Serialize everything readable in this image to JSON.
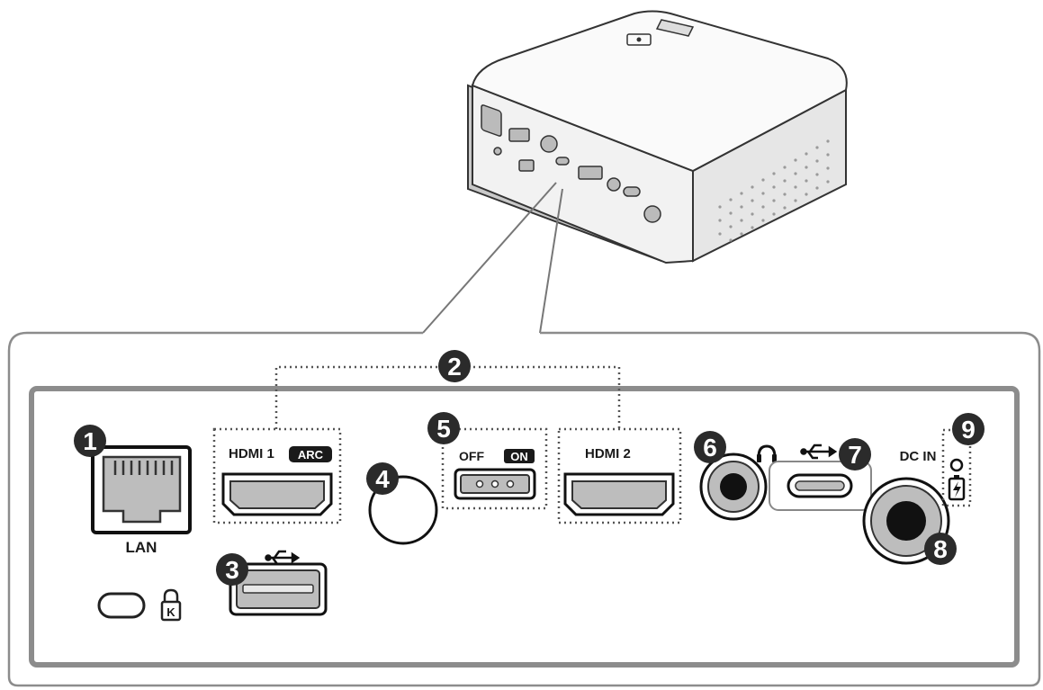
{
  "callouts": [
    "1",
    "2",
    "3",
    "4",
    "5",
    "6",
    "7",
    "8",
    "9"
  ],
  "ports": {
    "lan_label": "LAN",
    "hdmi1_label": "HDMI 1",
    "hdmi1_badge": "ARC",
    "hdmi2_label": "HDMI 2",
    "switch_off": "OFF",
    "switch_on": "ON",
    "dc_in_label": "DC IN"
  },
  "icons": {
    "usb": "usb-icon",
    "headphone": "headphone-icon",
    "kensington": "kensington-lock-icon",
    "battery": "battery-charge-icon",
    "led": "indicator-led-icon",
    "projector_logo": "projector-logo-icon"
  },
  "colors": {
    "line": "#1a1a1a",
    "panel_border": "#8c8c8c",
    "port_fill": "#bdbdbd",
    "callout_fill": "#2b2b2b"
  }
}
